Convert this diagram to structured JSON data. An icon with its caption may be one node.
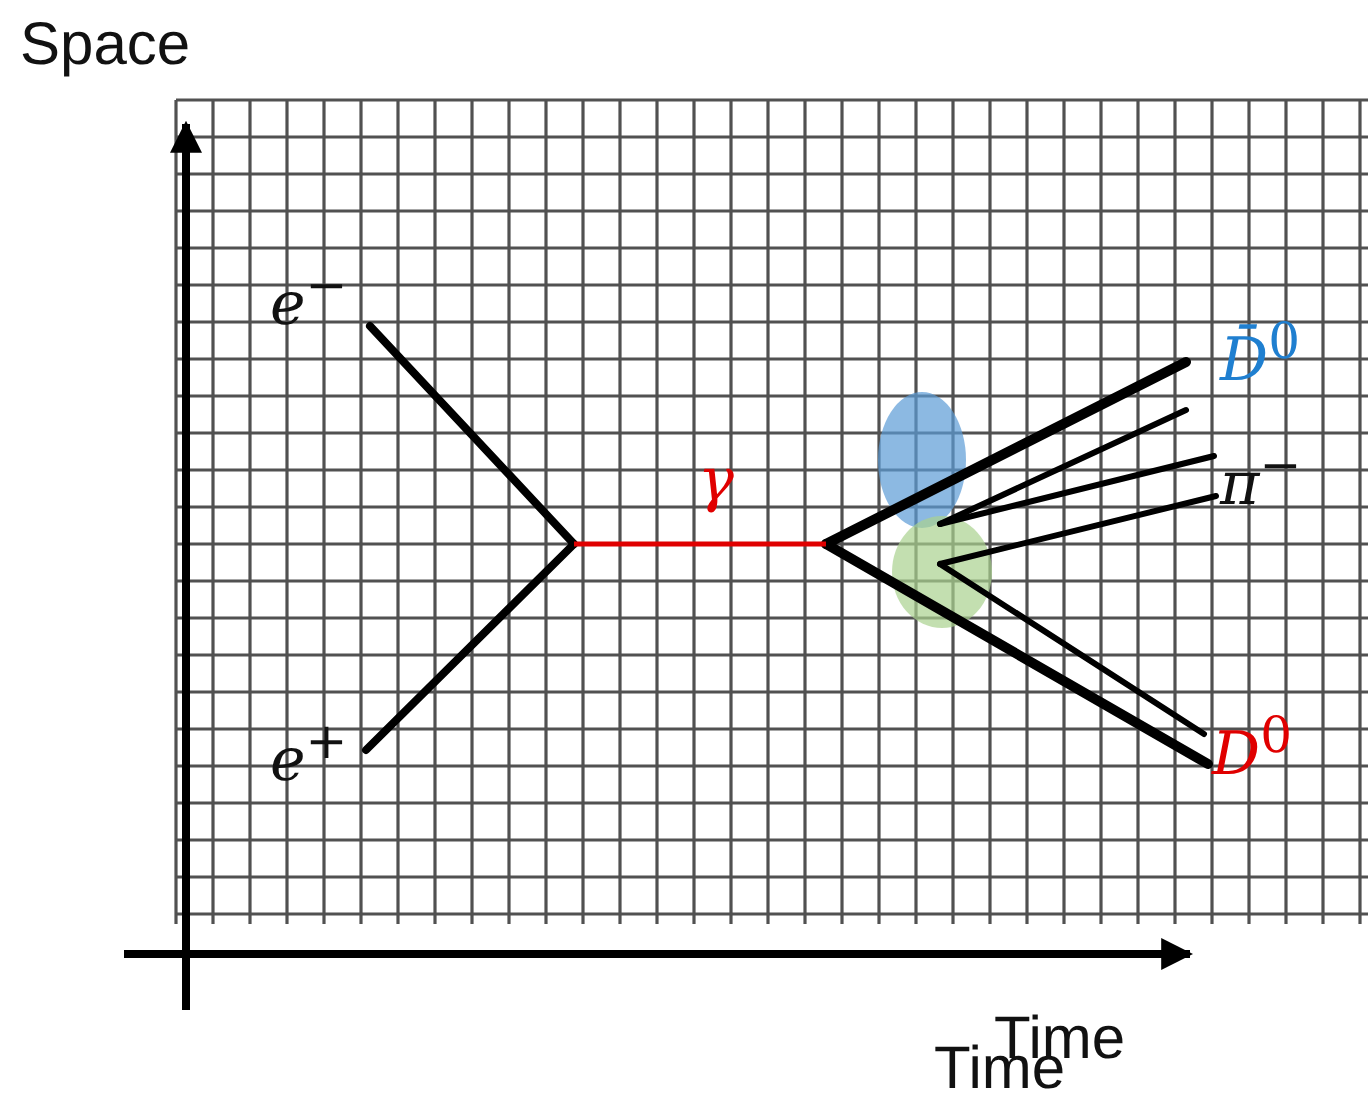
{
  "diagram": {
    "labels": [
      "Space",
      "*e*$^{−}$",
      "*D̄*$^{0}$",
      "*γ*",
      "*π*$^{−}$",
      "*e*$^{+}$",
      "*D*$^{0}$",
      "Time",
      "Time"
    ]
  }
}
